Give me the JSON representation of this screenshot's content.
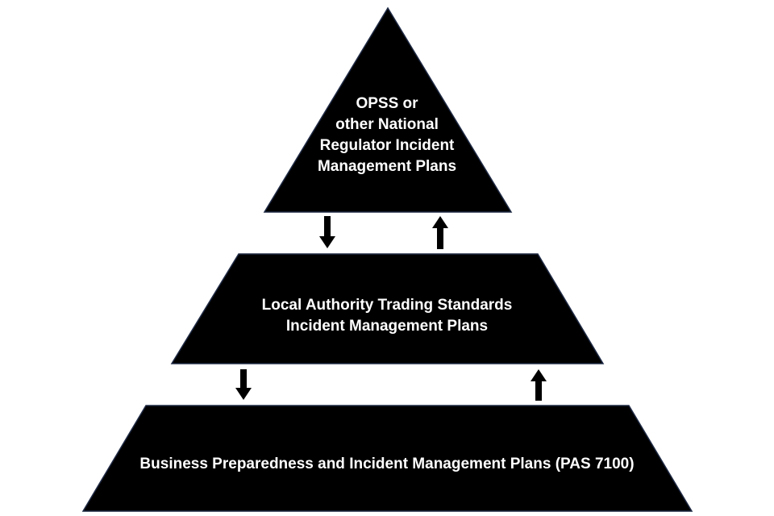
{
  "diagram": {
    "top_tier": {
      "lines": [
        "OPSS or",
        "other National",
        "Regulator Incident",
        "Management Plans"
      ]
    },
    "middle_tier": {
      "lines": [
        "Local Authority Trading Standards",
        "Incident Management Plans"
      ]
    },
    "bottom_tier": {
      "lines": [
        "Business Preparedness and Incident Management Plans (PAS 7100)"
      ]
    },
    "colors": {
      "shape_fill": "#000000",
      "shape_outline": "#1f2a44",
      "text": "#ffffff",
      "background": "#ffffff"
    }
  }
}
